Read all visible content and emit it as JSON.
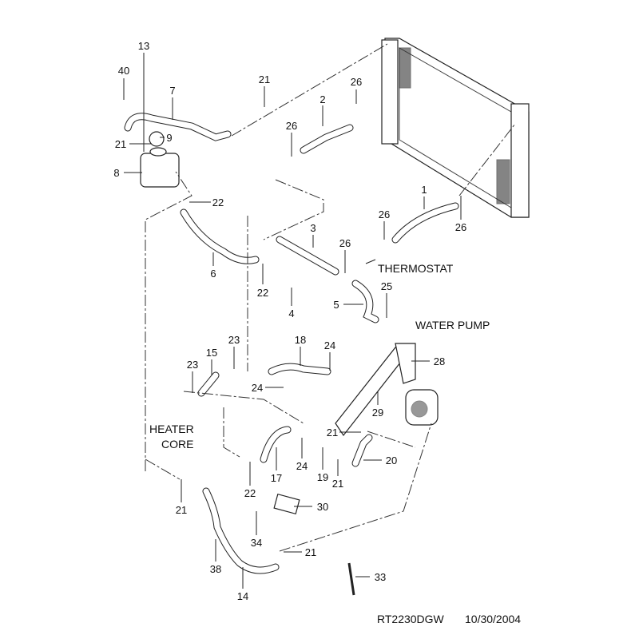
{
  "diagram": {
    "callouts": [
      "13",
      "40",
      "7",
      "21",
      "26",
      "2",
      "26",
      "21",
      "9",
      "8",
      "22",
      "1",
      "26",
      "26",
      "3",
      "26",
      "6",
      "22",
      "4",
      "5",
      "25",
      "18",
      "24",
      "23",
      "23",
      "15",
      "28",
      "24",
      "29",
      "21",
      "20",
      "24",
      "19",
      "17",
      "21",
      "22",
      "21",
      "30",
      "34",
      "21",
      "38",
      "14",
      "33"
    ],
    "text_labels": {
      "thermostat": "THERMOSTAT",
      "water_pump": "WATER PUMP",
      "heater": "HEATER",
      "core": "CORE"
    },
    "caption": {
      "drawing_id": "RT2230DGW",
      "date": "10/30/2004"
    }
  }
}
